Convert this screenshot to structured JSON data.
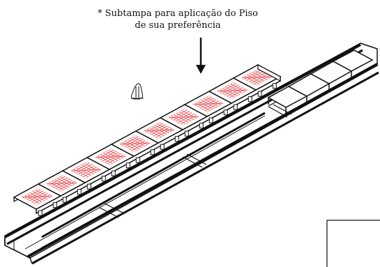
{
  "caption": {
    "line1": "* Subtampa para aplicação do Piso",
    "line2": "de sua preferência"
  },
  "icons": [
    "down-arrow-icon",
    "cable-tie-icon"
  ],
  "colors": {
    "line": "#111111",
    "tile_hatch": "#e8383d",
    "background": "#ffffff"
  },
  "subcover": {
    "tile_count": 10
  }
}
